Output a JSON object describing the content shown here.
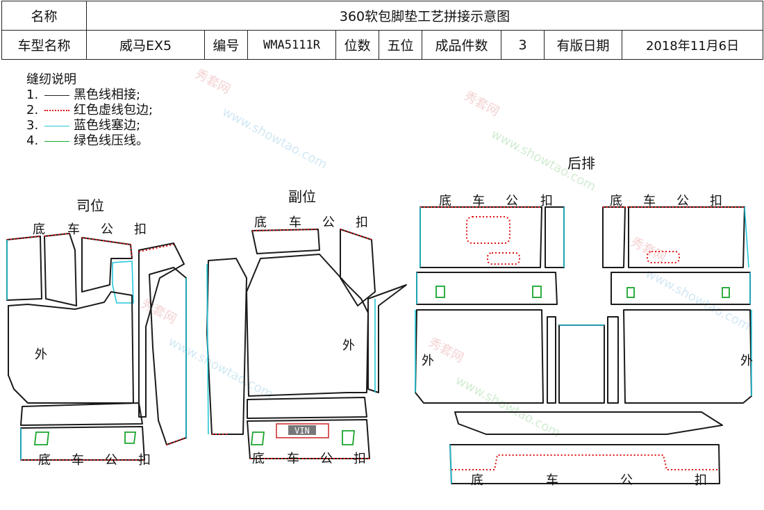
{
  "header": {
    "name_label": "名称",
    "title": "360软包脚垫工艺拼接示意图",
    "model_label": "车型名称",
    "model_value": "威马EX5",
    "code_label": "编号",
    "code_value": "WMA5111R",
    "seat_label": "位数",
    "seat_value": "五位",
    "pieces_label": "成品件数",
    "pieces_value": "3",
    "date_label": "有版日期",
    "date_value": "2018年11月6日"
  },
  "notes": {
    "title": "缝纫说明",
    "items": [
      {
        "num": "1.",
        "text": "黑色线相接;",
        "line_color": "#222222"
      },
      {
        "num": "2.",
        "text": "红色虚线包边;",
        "line_color": "#dd1111"
      },
      {
        "num": "3.",
        "text": "蓝色线塞边;",
        "line_color": "#21c5d8"
      },
      {
        "num": "4.",
        "text": "绿色线压线。",
        "line_color": "#18a82c"
      }
    ]
  },
  "sections": {
    "driver": "司位",
    "passenger": "副位",
    "rear": "后排"
  },
  "labels": {
    "di": "底",
    "che": "车",
    "gong": "公",
    "kou": "扣",
    "outer": "外",
    "vin": "VIN"
  },
  "watermark": {
    "brand": "秀套网",
    "url": "www.showtao.com"
  }
}
